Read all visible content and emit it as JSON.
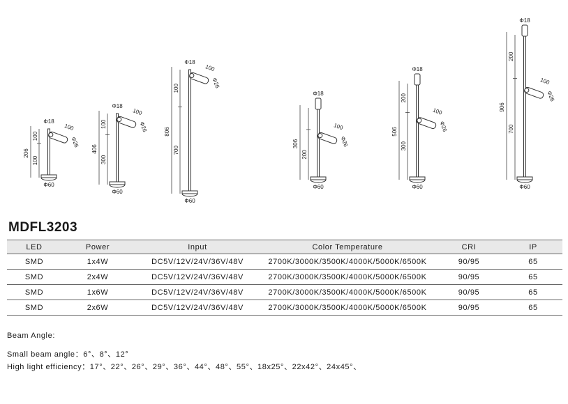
{
  "drawings": [
    {
      "height": "206",
      "top_dim": "100",
      "bottom_dim": "100",
      "head": "Φ18",
      "arm": "100",
      "arm_dia": "Φ26",
      "base": "Φ60",
      "heads": 1
    },
    {
      "height": "406",
      "top_dim": "100",
      "bottom_dim": "300",
      "head": "Φ18",
      "arm": "100",
      "arm_dia": "Φ26",
      "base": "Φ60",
      "heads": 1
    },
    {
      "height": "806",
      "top_dim": "100",
      "bottom_dim": "700",
      "head": "Φ18",
      "arm": "100",
      "arm_dia": "Φ26",
      "base": "Φ60",
      "heads": 1
    },
    {
      "height": "306",
      "top_dim": "",
      "bottom_dim": "200",
      "head": "Φ18",
      "arm": "100",
      "arm_dia": "Φ26",
      "base": "Φ60",
      "heads": 2
    },
    {
      "height": "506",
      "top_dim": "200",
      "bottom_dim": "300",
      "head": "Φ18",
      "arm": "100",
      "arm_dia": "Φ26",
      "base": "Φ60",
      "heads": 2
    },
    {
      "height": "906",
      "top_dim": "200",
      "bottom_dim": "700",
      "head": "Φ18",
      "arm": "100",
      "arm_dia": "Φ26",
      "base": "Φ60",
      "heads": 2
    }
  ],
  "model": "MDFL3203",
  "table": {
    "headers": [
      "LED",
      "Power",
      "Input",
      "Color Temperature",
      "CRI",
      "IP"
    ],
    "rows": [
      [
        "SMD",
        "1x4W",
        "DC5V/12V/24V/36V/48V",
        "2700K/3000K/3500K/4000K/5000K/6500K",
        "90/95",
        "65"
      ],
      [
        "SMD",
        "2x4W",
        "DC5V/12V/24V/36V/48V",
        "2700K/3000K/3500K/4000K/5000K/6500K",
        "90/95",
        "65"
      ],
      [
        "SMD",
        "1x6W",
        "DC5V/12V/24V/36V/48V",
        "2700K/3000K/3500K/4000K/5000K/6500K",
        "90/95",
        "65"
      ],
      [
        "SMD",
        "2x6W",
        "DC5V/12V/24V/36V/48V",
        "2700K/3000K/3500K/4000K/5000K/6500K",
        "90/95",
        "65"
      ]
    ]
  },
  "beam": {
    "title": "Beam Angle:",
    "small": "Small beam angle：6°、8°、12°",
    "high": "High light efficiency：17°、22°、26°、29°、36°、44°、48°、55°、18x25°、22x42°、24x45°、"
  }
}
